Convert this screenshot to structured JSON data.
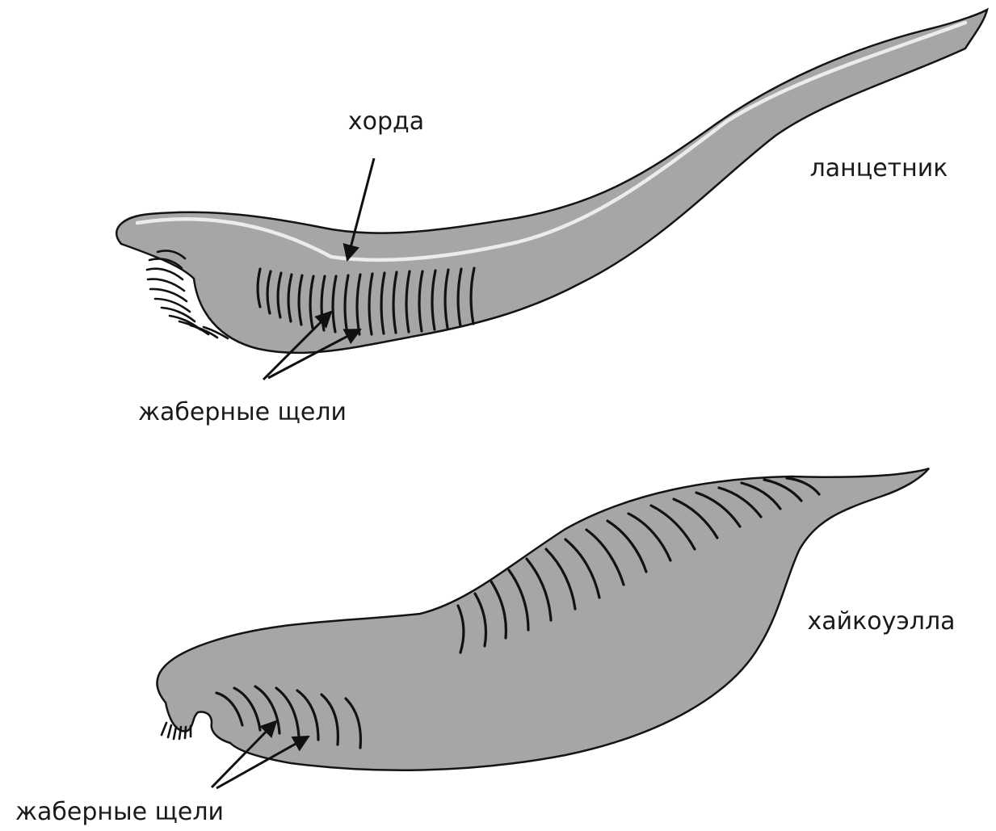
{
  "labels": {
    "notochord": "хорда",
    "lancelet": "ланцетник",
    "lancelet_gills": "жаберные щели",
    "haikouella": "хайкоуэлла",
    "haikouella_gills": "жаберные щели"
  },
  "colors": {
    "body_fill": "#a6a6a6",
    "outline": "#141414",
    "notochord_line": "#ececec",
    "background": "#ffffff"
  }
}
